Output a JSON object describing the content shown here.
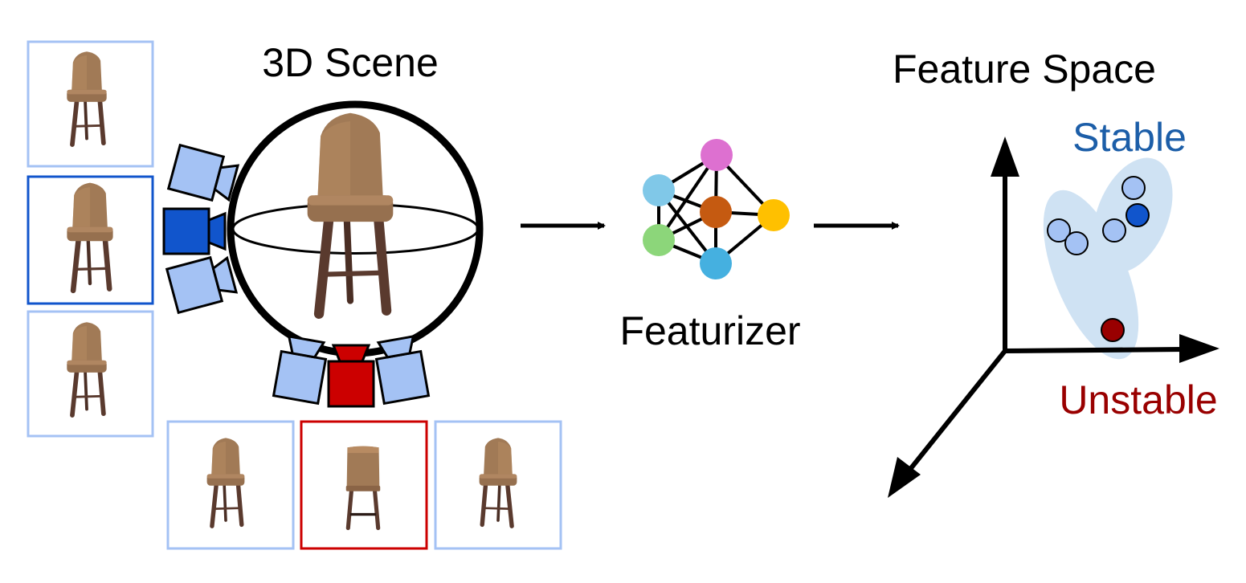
{
  "labels": {
    "scene_title": "3D Scene",
    "feature_title": "Feature Space",
    "featurizer": "Featurizer",
    "stable": "Stable",
    "unstable": "Unstable"
  },
  "colors": {
    "light_blue": "#a4c2f4",
    "frame_blue": "#a4c2f4",
    "dark_blue": "#1155cc",
    "red": "#cc0000",
    "dark_red": "#990000",
    "stable_text": "#1c5ea8",
    "unstable_text": "#990000",
    "cluster_fill": "#cfe2f3",
    "node_pink": "#dd70d0",
    "node_lightblue": "#80c8e8",
    "node_orange": "#c55a11",
    "node_yellow": "#ffc000",
    "node_green": "#8cd67a",
    "node_blue": "#45b0e0",
    "chair_seat": "#a17a56",
    "chair_leg": "#5a3a2e"
  },
  "icons": {
    "camera": "camera-icon",
    "chair": "chair-icon",
    "network": "neural-network-icon"
  }
}
